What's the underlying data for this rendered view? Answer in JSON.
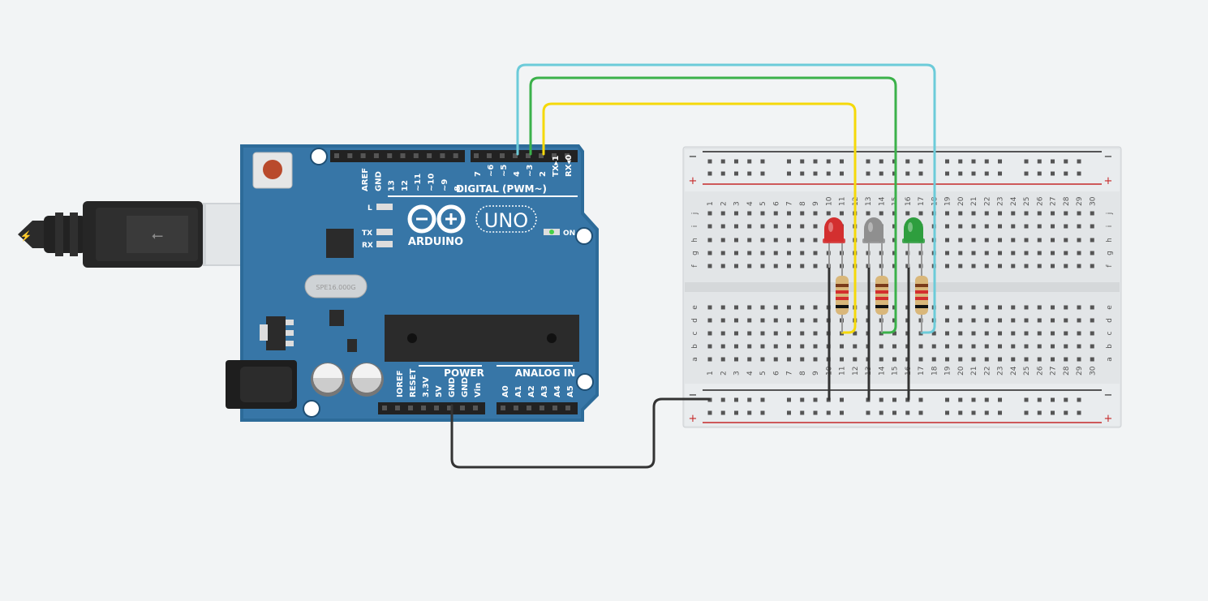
{
  "arduino": {
    "digital_header_left_pins": [
      "AREF",
      "GND",
      "13",
      "12",
      "~11",
      "~10",
      "~9",
      "8"
    ],
    "digital_header_right_pins": [
      "7",
      "~6",
      "~5",
      "4",
      "~3",
      "2",
      "TX▸1",
      "RX◂0"
    ],
    "digital_label": "DIGITAL (PWM~)",
    "brand_wordmark": "ARDUINO",
    "model_badge": "UNO",
    "on_label": "ON",
    "l_label": "L",
    "tx_label": "TX",
    "rx_label": "RX",
    "crystal_label": "SPE16.000G",
    "power_label": "POWER",
    "analog_label": "ANALOG IN",
    "power_pins": [
      "IOREF",
      "RESET",
      "3.3V",
      "5V",
      "GND",
      "GND",
      "Vin"
    ],
    "analog_pins": [
      "A0",
      "A1",
      "A2",
      "A3",
      "A4",
      "A5"
    ]
  },
  "breadboard": {
    "rail_minus": "−",
    "rail_plus": "+",
    "columns": [
      "1",
      "2",
      "3",
      "4",
      "5",
      "6",
      "7",
      "8",
      "9",
      "10",
      "11",
      "12",
      "13",
      "14",
      "15",
      "16",
      "17",
      "18",
      "19",
      "20",
      "21",
      "22",
      "23",
      "24",
      "25",
      "26",
      "27",
      "28",
      "29",
      "30"
    ],
    "upper_rows": [
      "j",
      "i",
      "h",
      "g",
      "f"
    ],
    "lower_rows": [
      "e",
      "d",
      "c",
      "b",
      "a"
    ]
  },
  "components": {
    "leds": [
      {
        "name": "red",
        "color": "#d32f2f"
      },
      {
        "name": "off",
        "color": "#8f8f8f"
      },
      {
        "name": "green",
        "color": "#2e9e3e"
      }
    ],
    "wire_colors": {
      "yellow": "#f5d90a",
      "green": "#3bb14a",
      "cyan": "#6ccbd9",
      "black": "#333333"
    }
  }
}
